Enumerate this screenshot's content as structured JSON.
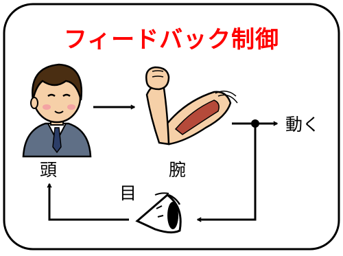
{
  "title": "フィードバック制御",
  "colors": {
    "title": "#ff0000",
    "frame": "#000000",
    "skin": "#f6d0a8",
    "hair": "#4a2e12",
    "suit": "#5f6f86",
    "tie": "#2c3e68",
    "muscle": "#b54a3a"
  },
  "nodes": {
    "head_label": "頭",
    "arm_label": "腕",
    "eye_label": "目",
    "move_label": "動く"
  },
  "icons": {
    "person": "businessman-icon",
    "arm": "flexed-arm-muscle-icon",
    "eye": "eye-icon"
  }
}
